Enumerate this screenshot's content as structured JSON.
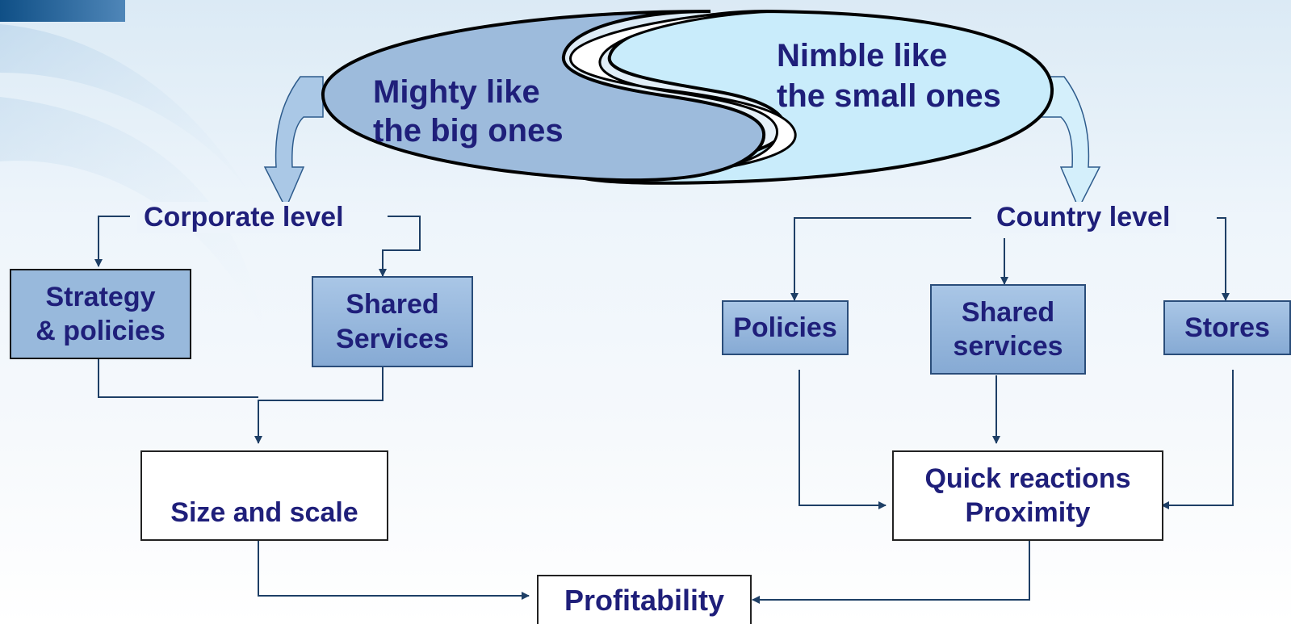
{
  "oval_left": {
    "line1": "Mighty like",
    "line2": "the big ones"
  },
  "oval_right": {
    "line1": "Nimble like",
    "line2": "the small ones"
  },
  "corporate": {
    "title": "Corporate level",
    "strategy": {
      "line1": "Strategy",
      "line2": "& policies"
    },
    "shared": {
      "line1": "Shared",
      "line2": "Services"
    },
    "size": "Size and scale"
  },
  "country": {
    "title": "Country level",
    "policies": "Policies",
    "shared": {
      "line1": "Shared",
      "line2": "services"
    },
    "stores": "Stores",
    "quick": {
      "line1": "Quick reactions",
      "line2": "Proximity"
    }
  },
  "profitability": "Profitability",
  "colors": {
    "text": "#1f1f7a",
    "connector": "#1e3f66",
    "oval_left_fill": "#9dbbdc",
    "oval_right_fill": "#c9ecfb",
    "box_fill": "#9dbbdc"
  }
}
